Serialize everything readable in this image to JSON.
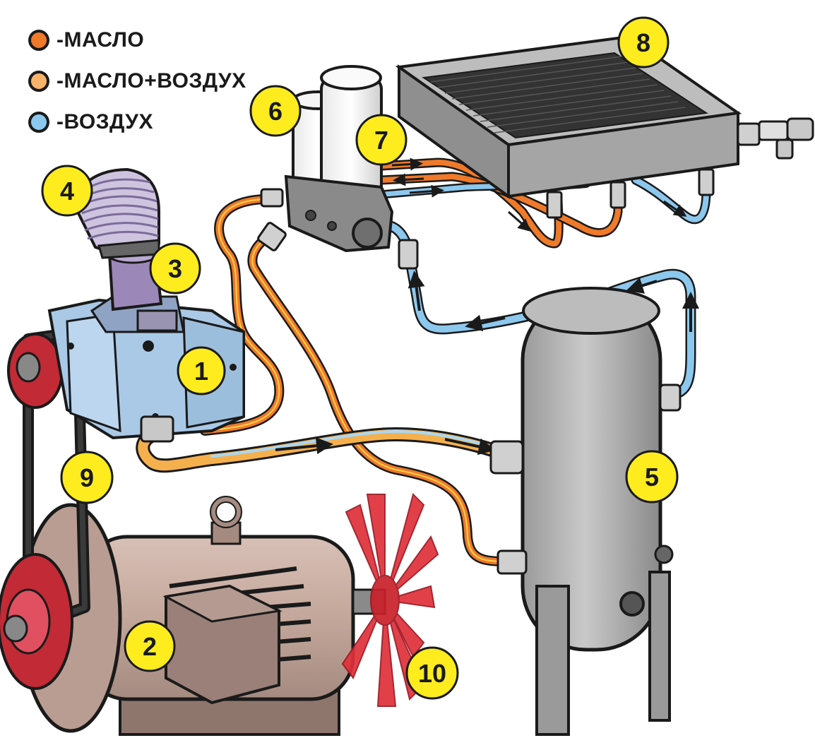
{
  "legend": [
    {
      "label": "-МАСЛО",
      "color": "#ef7a2a"
    },
    {
      "label": "-МАСЛО+ВОЗДУХ",
      "color": "#f7b36b"
    },
    {
      "label": "-ВОЗДУХ",
      "color": "#8cc8ee"
    }
  ],
  "colors": {
    "oil": "#ef7a2a",
    "oil_air": "#f5b04e",
    "air": "#8cc8ee",
    "badge": "#ffec1f",
    "outline": "#1a1a1a"
  },
  "badges": {
    "b1": "1",
    "b2": "2",
    "b3": "3",
    "b4": "4",
    "b5": "5",
    "b6": "6",
    "b7": "7",
    "b8": "8",
    "b9": "9",
    "b10": "10"
  }
}
